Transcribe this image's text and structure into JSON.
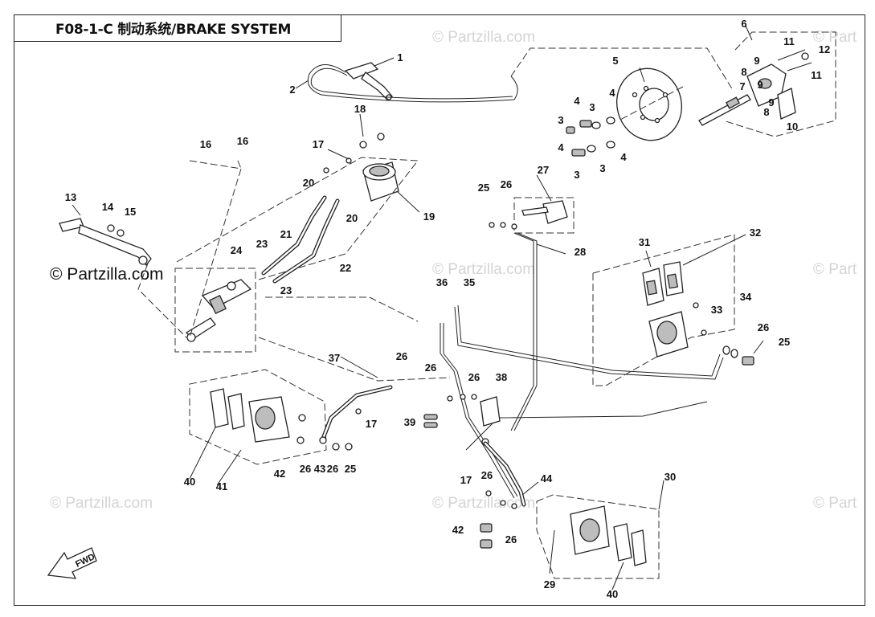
{
  "title": "F08-1-C 制动系统/BRAKE SYSTEM",
  "watermarks": [
    "© Partzilla.com",
    "© Part"
  ],
  "watermark_main": "© Partzilla.com",
  "direction_label": "FWD",
  "callouts": [
    "1",
    "2",
    "3",
    "4",
    "5",
    "6",
    "7",
    "8",
    "9",
    "10",
    "11",
    "12",
    "13",
    "14",
    "15",
    "16",
    "17",
    "18",
    "19",
    "20",
    "21",
    "22",
    "23",
    "24",
    "25",
    "26",
    "27",
    "28",
    "29",
    "30",
    "31",
    "32",
    "33",
    "34",
    "35",
    "36",
    "37",
    "38",
    "39",
    "40",
    "41",
    "42",
    "43",
    "44"
  ]
}
